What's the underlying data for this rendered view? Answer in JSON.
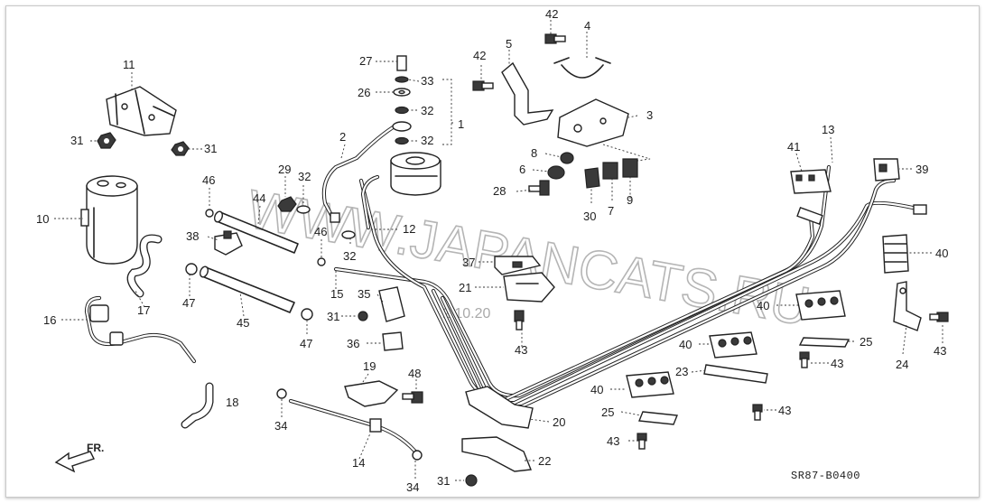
{
  "diagram": {
    "drawing_code": "SR87-B0400",
    "front_indicator": "FR.",
    "watermark": "WWW.JAPANCATS.RU",
    "date_stamp": "2.10.20"
  },
  "callouts": [
    {
      "id": "c42a",
      "text": "42"
    },
    {
      "id": "c4",
      "text": "4"
    },
    {
      "id": "c42b",
      "text": "42"
    },
    {
      "id": "c5",
      "text": "5"
    },
    {
      "id": "c3",
      "text": "3"
    },
    {
      "id": "c8",
      "text": "8"
    },
    {
      "id": "c6",
      "text": "6"
    },
    {
      "id": "c28",
      "text": "28"
    },
    {
      "id": "c30",
      "text": "30"
    },
    {
      "id": "c7",
      "text": "7"
    },
    {
      "id": "c9",
      "text": "9"
    },
    {
      "id": "c27",
      "text": "27"
    },
    {
      "id": "c33",
      "text": "33"
    },
    {
      "id": "c26",
      "text": "26"
    },
    {
      "id": "c32a",
      "text": "32"
    },
    {
      "id": "c1",
      "text": "1"
    },
    {
      "id": "c32b",
      "text": "32"
    },
    {
      "id": "c2",
      "text": "2"
    },
    {
      "id": "c29",
      "text": "29"
    },
    {
      "id": "c32c",
      "text": "32"
    },
    {
      "id": "c12",
      "text": "12"
    },
    {
      "id": "c46a",
      "text": "46"
    },
    {
      "id": "c44",
      "text": "44"
    },
    {
      "id": "c46b",
      "text": "46"
    },
    {
      "id": "c32d",
      "text": "32"
    },
    {
      "id": "c11",
      "text": "11"
    },
    {
      "id": "c31a",
      "text": "31"
    },
    {
      "id": "c31b",
      "text": "31"
    },
    {
      "id": "c10",
      "text": "10"
    },
    {
      "id": "c38",
      "text": "38"
    },
    {
      "id": "c47a",
      "text": "47"
    },
    {
      "id": "c17",
      "text": "17"
    },
    {
      "id": "c16",
      "text": "16"
    },
    {
      "id": "c45",
      "text": "45"
    },
    {
      "id": "c47b",
      "text": "47"
    },
    {
      "id": "c15",
      "text": "15"
    },
    {
      "id": "c31c",
      "text": "31"
    },
    {
      "id": "c18",
      "text": "18"
    },
    {
      "id": "c37",
      "text": "37"
    },
    {
      "id": "c21",
      "text": "21"
    },
    {
      "id": "c35",
      "text": "35"
    },
    {
      "id": "c36",
      "text": "36"
    },
    {
      "id": "c43a",
      "text": "43"
    },
    {
      "id": "c19",
      "text": "19"
    },
    {
      "id": "c48",
      "text": "48"
    },
    {
      "id": "c34a",
      "text": "34"
    },
    {
      "id": "c14",
      "text": "14"
    },
    {
      "id": "c34b",
      "text": "34"
    },
    {
      "id": "c31d",
      "text": "31"
    },
    {
      "id": "c20",
      "text": "20"
    },
    {
      "id": "c22",
      "text": "22"
    },
    {
      "id": "c13",
      "text": "13"
    },
    {
      "id": "c41",
      "text": "41"
    },
    {
      "id": "c39",
      "text": "39"
    },
    {
      "id": "c40a",
      "text": "40"
    },
    {
      "id": "c40b",
      "text": "40"
    },
    {
      "id": "c25a",
      "text": "25"
    },
    {
      "id": "c43b",
      "text": "43"
    },
    {
      "id": "c24",
      "text": "24"
    },
    {
      "id": "c43c",
      "text": "43"
    },
    {
      "id": "c40c",
      "text": "40"
    },
    {
      "id": "c23",
      "text": "23"
    },
    {
      "id": "c40d",
      "text": "40"
    },
    {
      "id": "c25b",
      "text": "25"
    },
    {
      "id": "c43d",
      "text": "43"
    },
    {
      "id": "c43e",
      "text": "43"
    }
  ]
}
